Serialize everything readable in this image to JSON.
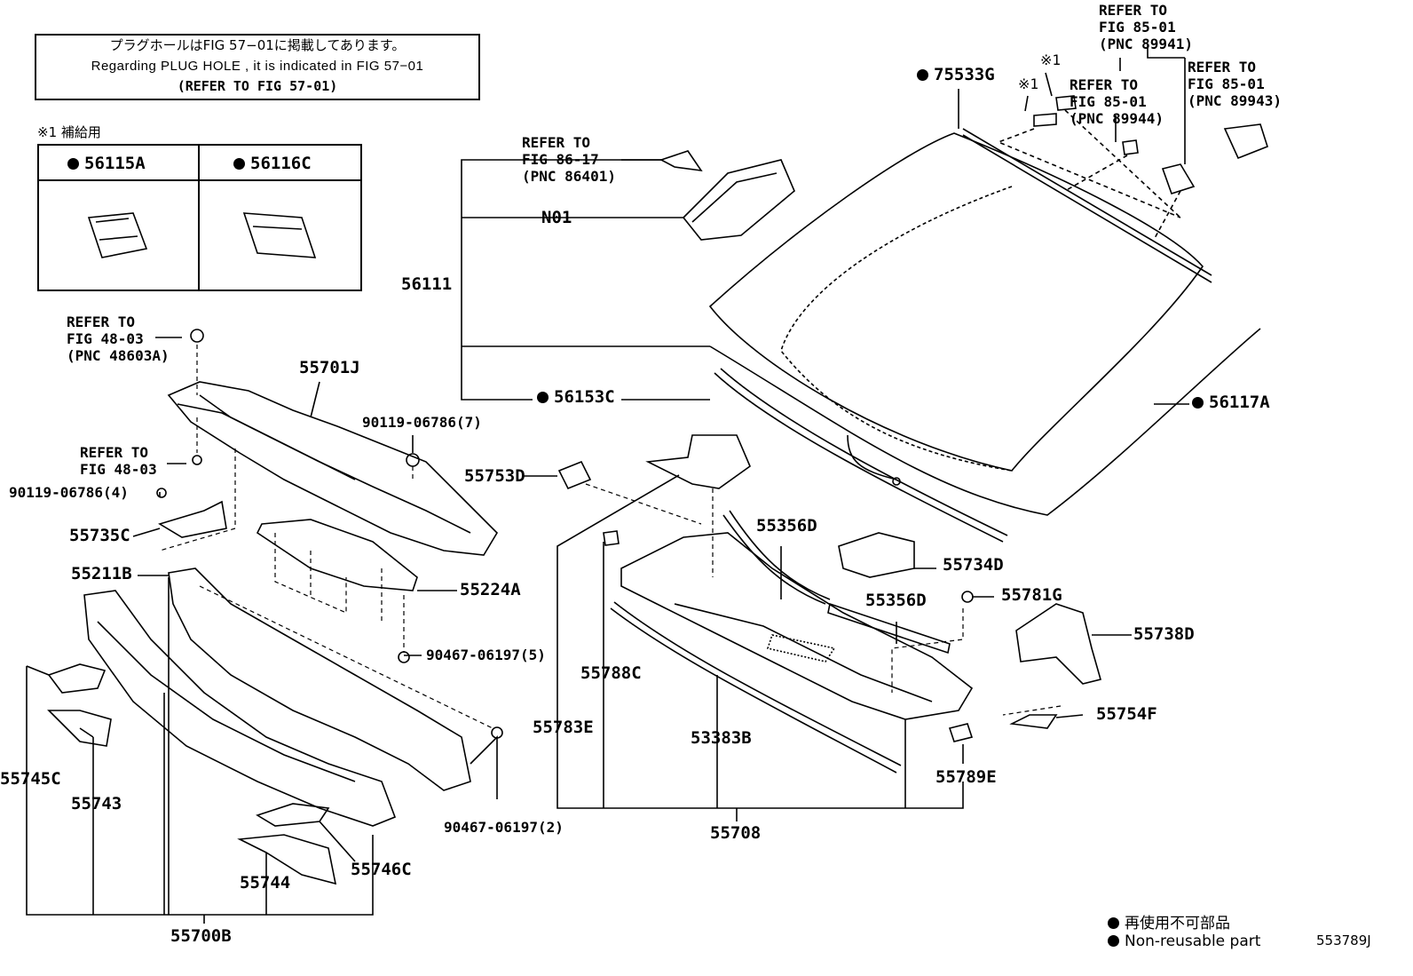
{
  "note": {
    "line_jp": "プラグホールはFIG 57−01に掲載してあります。",
    "line_en": "Regarding  PLUG  HOLE , it is indicated in  FIG  57−01",
    "line_ref": "(REFER TO FIG 57-01)"
  },
  "supply": {
    "title": "※1 補給用",
    "items": [
      {
        "mark": "●",
        "part": "56115A"
      },
      {
        "mark": "●",
        "part": "56116C"
      }
    ]
  },
  "labels": {
    "p75533g": "75533G",
    "star1_a": "※1",
    "star1_b": "※1",
    "ref_89941": "REFER TO\nFIG 85-01\n(PNC 89941)",
    "ref_89944": "REFER TO\nFIG 85-01\n(PNC 89944)",
    "ref_89943": "REFER TO\nFIG 85-01\n(PNC 89943)",
    "ref_86401": "REFER TO\nFIG 86-17\n(PNC 86401)",
    "n01": "N01",
    "p56111": "56111",
    "p56153c": "56153C",
    "p56117a": "56117A",
    "ref_48603a": "REFER TO\nFIG 48-03\n(PNC 48603A)",
    "p55701j": "55701J",
    "bolt_7": "90119-06786(7)",
    "ref_4803": "REFER TO\nFIG 48-03",
    "bolt_4": "90119-06786(4)",
    "p55735c": "55735C",
    "p55211b": "55211B",
    "p55224a": "55224A",
    "clip_5": "90467-06197(5)",
    "p55753d": "55753D",
    "p55356d_a": "55356D",
    "p55734d": "55734D",
    "p55356d_b": "55356D",
    "p55781g": "55781G",
    "p55738d": "55738D",
    "p55788c": "55788C",
    "p55783e": "55783E",
    "p53383b": "53383B",
    "p55754f": "55754F",
    "p55789e": "55789E",
    "p55708": "55708",
    "p55745c": "55745C",
    "p55743": "55743",
    "clip_2": "90467-06197(2)",
    "p55746c": "55746C",
    "p55744": "55744",
    "p55700b": "55700B"
  },
  "legend": {
    "jp": "再使用不可部品",
    "en": "Non-reusable part",
    "code": "553789J"
  }
}
